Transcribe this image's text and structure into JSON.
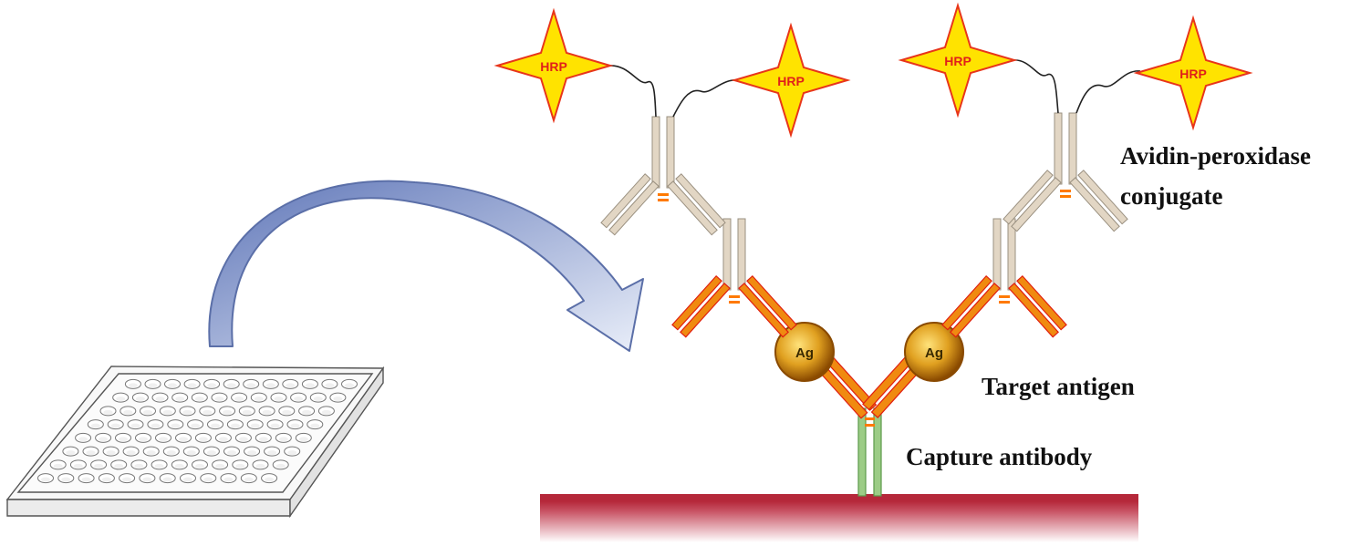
{
  "labels": {
    "avidin_line1": "Avidin-peroxidase",
    "avidin_line2": "conjugate",
    "target_antigen": "Target antigen",
    "capture_antibody": "Capture antibody"
  },
  "hrp_label": "HRP",
  "antigen_label": "Ag",
  "colors": {
    "surface": "#b5283a",
    "capture_antibody": "#7cb56a",
    "antigen": "#c98a12",
    "detection_antibody": "#f08a10",
    "conjugate_antibody": "#e2d6c4",
    "hrp_fill": "#ffe300",
    "hrp_outline": "#e8351a",
    "arrow": "#6f85c2"
  }
}
